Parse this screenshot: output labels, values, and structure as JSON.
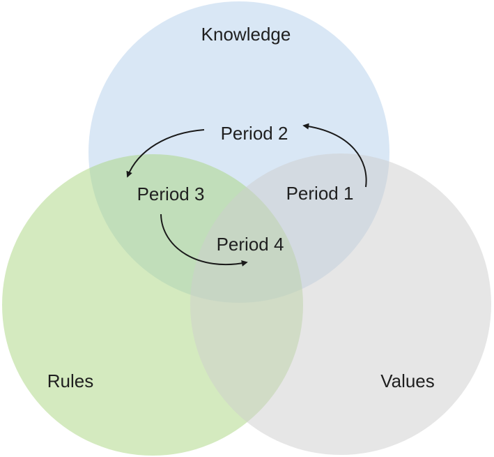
{
  "diagram": {
    "type": "venn",
    "sets": {
      "knowledge": {
        "label": "Knowledge",
        "color": "#b4d0ec"
      },
      "rules": {
        "label": "Rules",
        "color": "#a9d67f"
      },
      "values": {
        "label": "Values",
        "color": "#cdcdcd"
      }
    },
    "periods": [
      {
        "label": "Period 1",
        "region": "Knowledge ∩ Values"
      },
      {
        "label": "Period 2",
        "region": "Knowledge"
      },
      {
        "label": "Period 3",
        "region": "Knowledge ∩ Rules"
      },
      {
        "label": "Period 4",
        "region": "Knowledge ∩ Rules ∩ Values"
      }
    ],
    "transitions": [
      {
        "from": "Period 1",
        "to": "Period 2"
      },
      {
        "from": "Period 2",
        "to": "Period 3"
      },
      {
        "from": "Period 3",
        "to": "Period 4"
      }
    ]
  }
}
